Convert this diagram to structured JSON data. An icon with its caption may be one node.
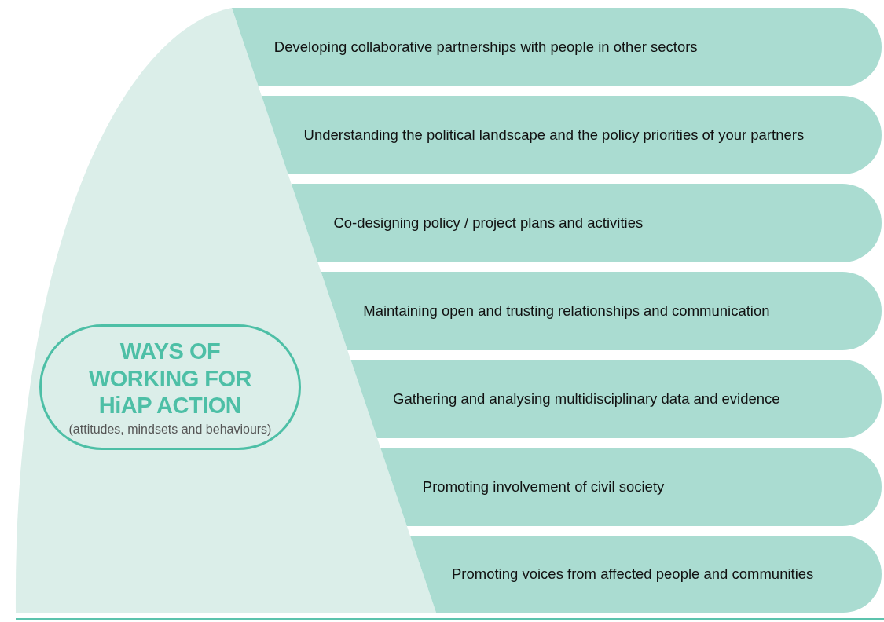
{
  "diagram": {
    "nodes": [
      {
        "text": [
          "WAYS OF WORKING FOR HiAP ACTION",
          "(attitudes, mindsets and behaviours)"
        ]
      },
      {
        "text": [
          "Developing collaborative partnerships with people in other sectors"
        ]
      },
      {
        "text": [
          "Understanding the political landscape and the policy priorities of your partners"
        ]
      },
      {
        "text": [
          "Co-designing policy / project plans and activities"
        ]
      },
      {
        "text": [
          "Maintaining open and trusting relationships and communication"
        ]
      },
      {
        "text": [
          "Gathering and analysing multidisciplinary data and evidence"
        ]
      },
      {
        "text": [
          "Promoting involvement of civil society"
        ]
      },
      {
        "text": [
          "Promoting voices from affected people and communities"
        ]
      }
    ]
  }
}
